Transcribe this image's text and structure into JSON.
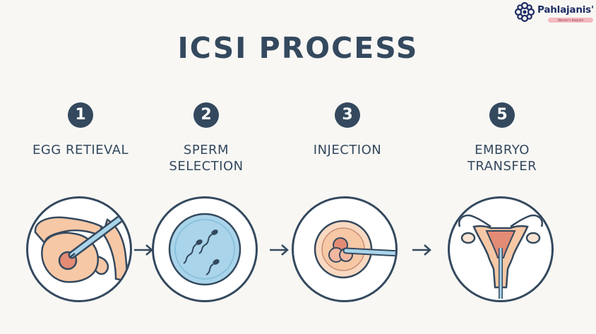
{
  "brand": {
    "name": "Pahlajanis'",
    "tagline": "Women's Hospital"
  },
  "title": "ICSI PROCESS",
  "steps": [
    {
      "number": "1",
      "label": "EGG RETIEVAL"
    },
    {
      "number": "2",
      "label": "SPERM SELECTION"
    },
    {
      "number": "3",
      "label": "INJECTION"
    },
    {
      "number": "5",
      "label": "EMBRYO TRANSFER"
    }
  ],
  "colors": {
    "text": "#34495e",
    "badge": "#34495e",
    "outline": "#34495e",
    "tissue": "#f6c8a6",
    "egg": "#e38b74",
    "dish": "#a9d4ea",
    "brand": "#1e2d63"
  }
}
